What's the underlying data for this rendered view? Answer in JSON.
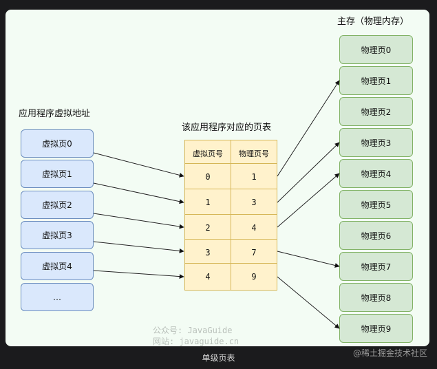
{
  "headings": {
    "virtual_space": "应用程序虚拟地址",
    "page_table": "该应用程序对应的页表",
    "physical_memory": "主存（物理内存）"
  },
  "virtual_pages": [
    "虚拟页0",
    "虚拟页1",
    "虚拟页2",
    "虚拟页3",
    "虚拟页4",
    "…"
  ],
  "page_table": {
    "columns": [
      "虚拟页号",
      "物理页号"
    ],
    "rows": [
      [
        "0",
        "1"
      ],
      [
        "1",
        "3"
      ],
      [
        "2",
        "4"
      ],
      [
        "3",
        "7"
      ],
      [
        "4",
        "9"
      ]
    ]
  },
  "physical_pages": [
    "物理页0",
    "物理页1",
    "物理页2",
    "物理页3",
    "物理页4",
    "物理页5",
    "物理页6",
    "物理页7",
    "物理页8",
    "物理页9"
  ],
  "watermark": {
    "line1": "公众号: JavaGuide",
    "line2": "网站: javaguide.cn"
  },
  "caption": "单级页表",
  "source": "@稀土掘金技术社区",
  "colors": {
    "virtual_fill": "#dae8fc",
    "virtual_stroke": "#6c8ebf",
    "table_fill": "#fff2cc",
    "table_stroke": "#d6b656",
    "physical_fill": "#d5e8d4",
    "physical_stroke": "#82b366"
  }
}
